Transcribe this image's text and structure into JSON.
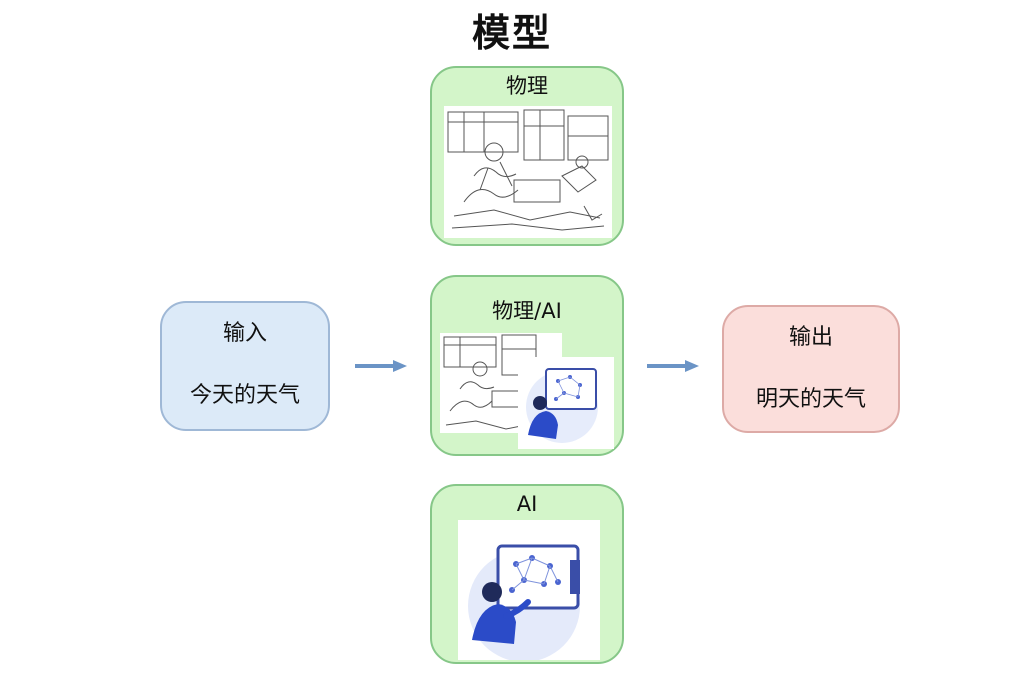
{
  "title": "模型",
  "input": {
    "heading": "输入",
    "text": "今天的天气"
  },
  "output": {
    "heading": "输出",
    "text": "明天的天气"
  },
  "models": [
    {
      "label": "物理",
      "illustration": "physics-lab-sketch"
    },
    {
      "label": "物理/AI",
      "illustration": "physics-and-ai-composite"
    },
    {
      "label": "AI",
      "illustration": "person-at-neural-network-screen"
    }
  ],
  "colors": {
    "model_fill": "#d3f5c9",
    "model_border": "#86c788",
    "input_fill": "#dceaf8",
    "input_border": "#9fb8d6",
    "output_fill": "#fbdedb",
    "output_border": "#ddaaa6",
    "arrow": "#6b94c6"
  }
}
